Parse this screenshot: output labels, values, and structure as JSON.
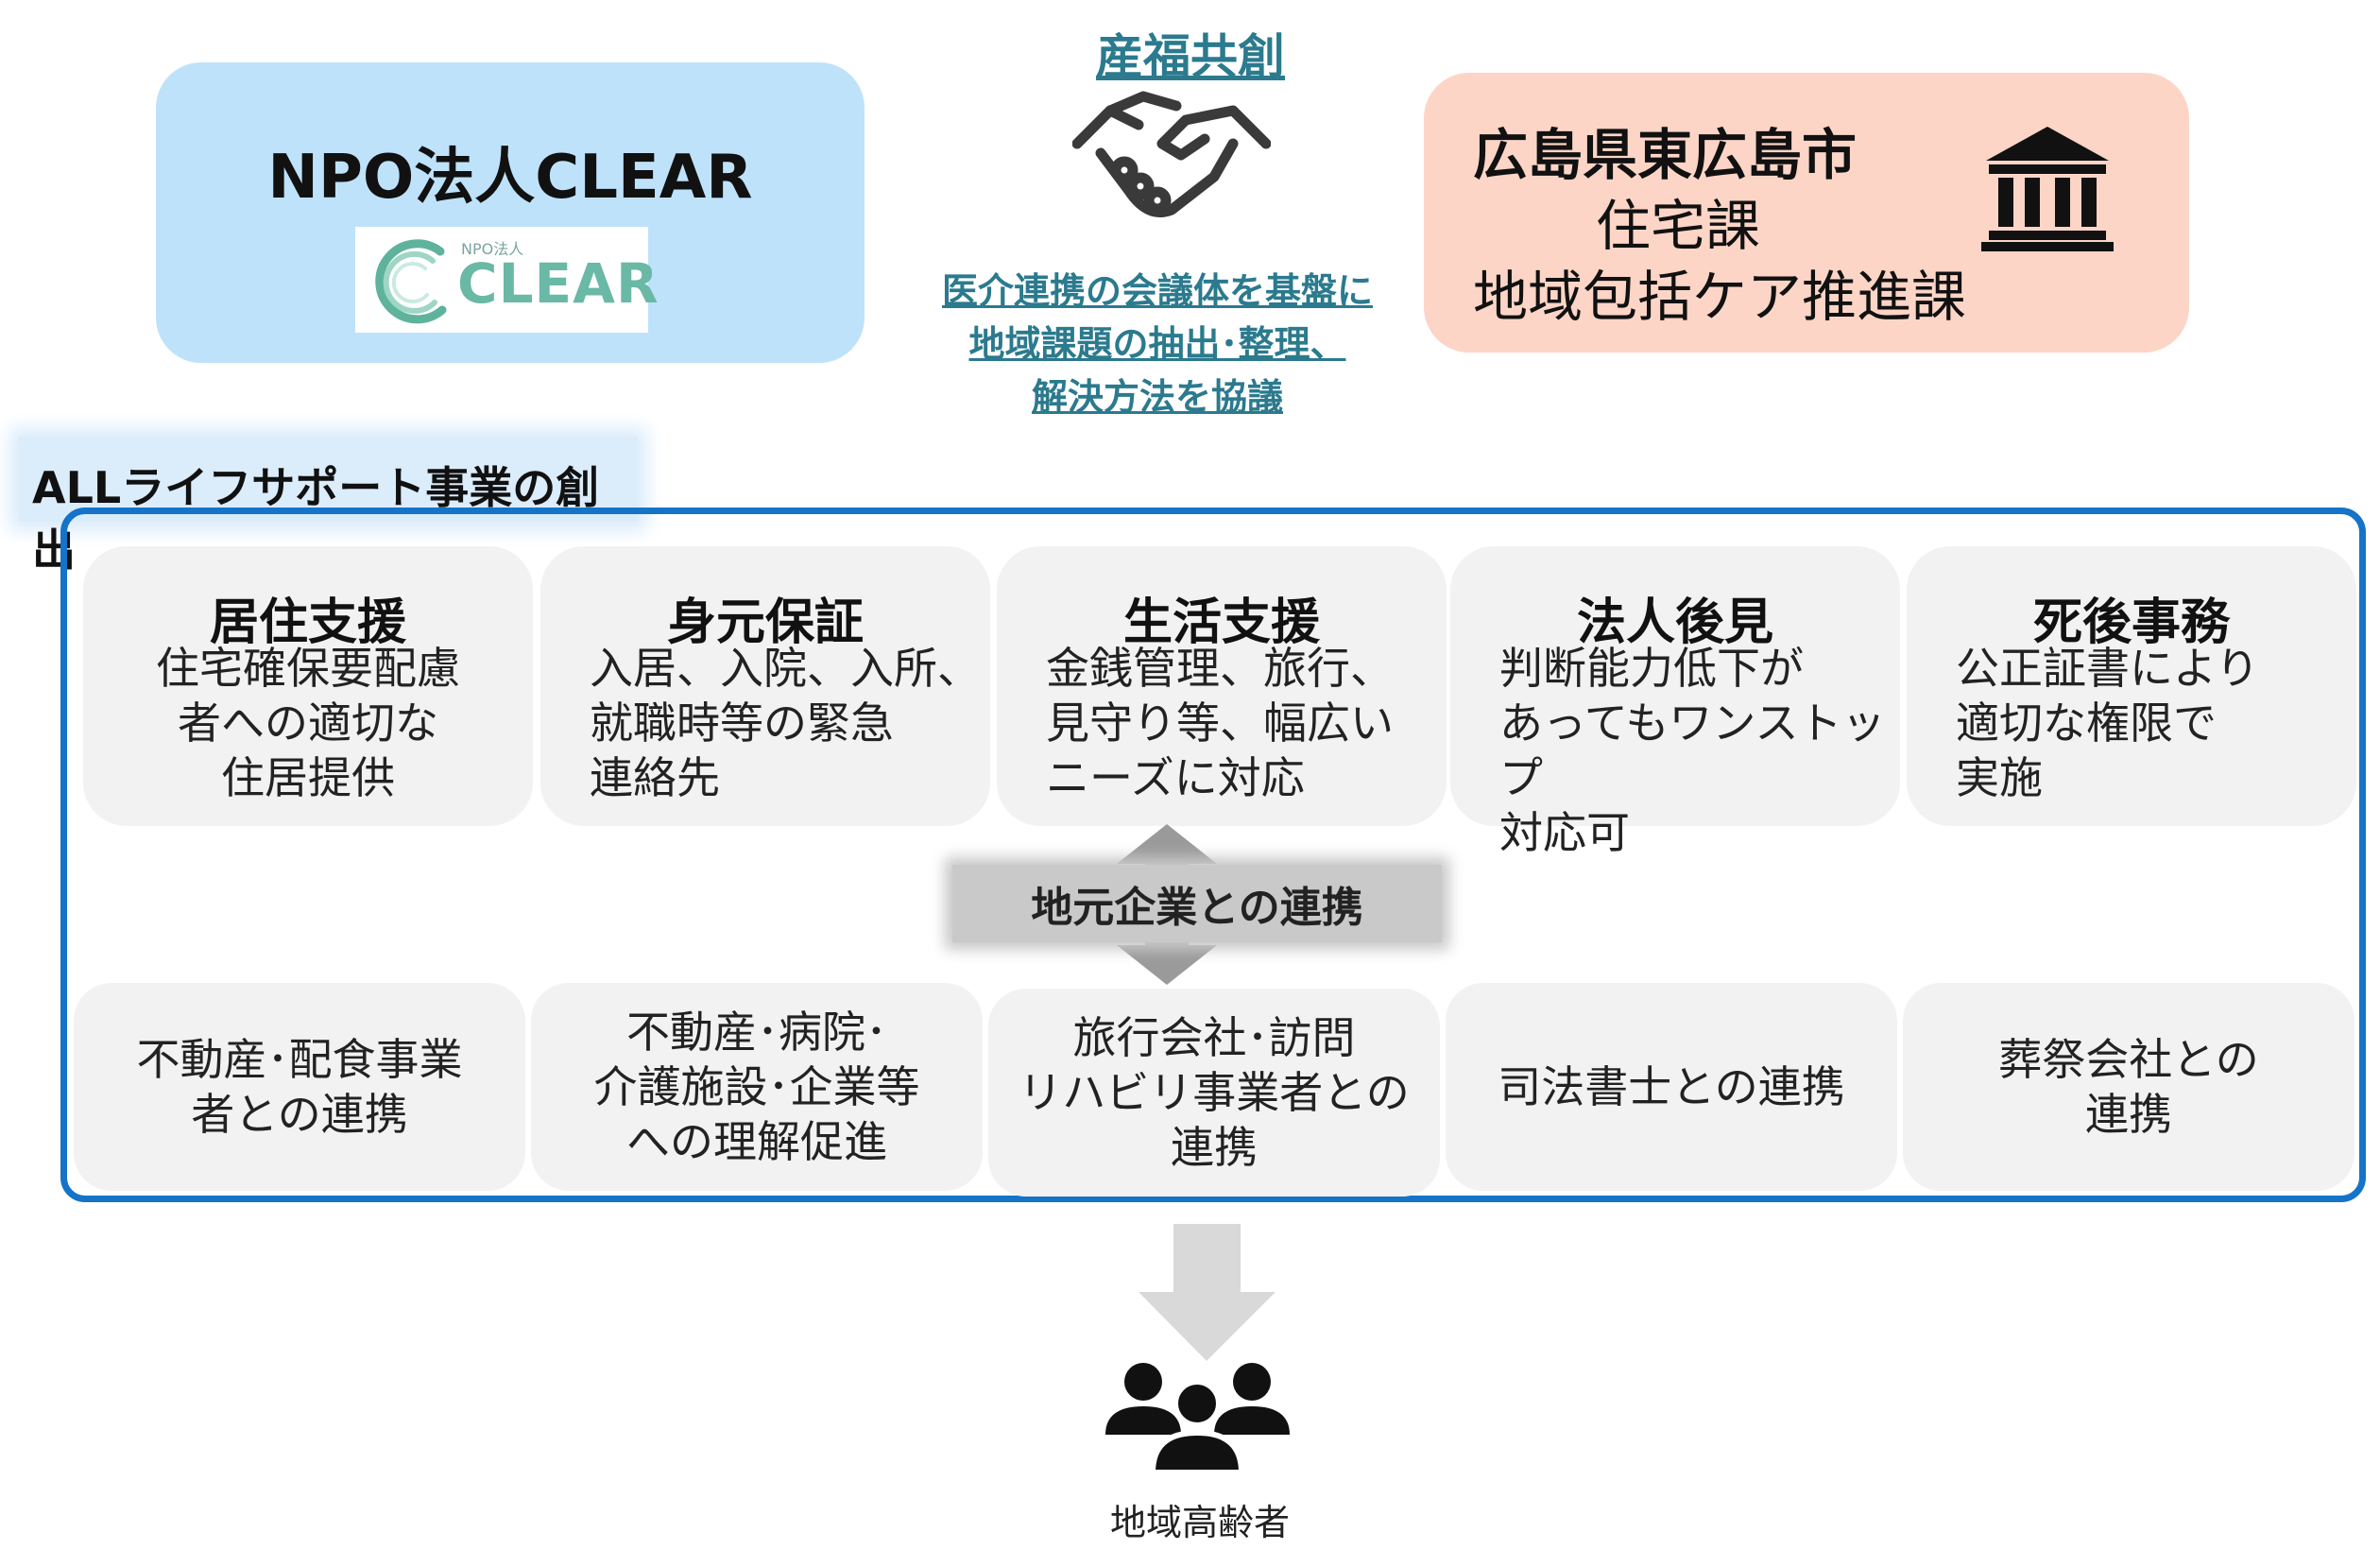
{
  "left_org": {
    "title": "NPO法人CLEAR",
    "logo_small": "NPO法人",
    "logo_text": "CLEAR"
  },
  "center": {
    "title": "産福共創",
    "description": [
      "医介連携の会議体を基盤に",
      "地域課題の抽出･整理、",
      "解決方法を協議"
    ],
    "icon": "handshake-icon"
  },
  "right_org": {
    "name": "広島県東広島市",
    "dept1": "住宅課",
    "dept2": "地域包括ケア推進課",
    "icon": "government-building-icon"
  },
  "section_label": "ALLライフサポート事業の創出",
  "services": [
    {
      "title": "居住支援",
      "body": "住宅確保要配慮\n者への適切な\n住居提供",
      "align": "center"
    },
    {
      "title": "身元保証",
      "body": "入居、入院、入所、\n就職時等の緊急\n連絡先",
      "align": "left"
    },
    {
      "title": "生活支援",
      "body": "金銭管理、旅行、\n見守り等、幅広い\nニーズに対応",
      "align": "left"
    },
    {
      "title": "法人後見",
      "body": "判断能力低下が\nあってもワンストップ\n対応可",
      "align": "left"
    },
    {
      "title": "死後事務",
      "body": "公正証書により\n適切な権限で\n実施",
      "align": "left"
    }
  ],
  "link_label": "地元企業との連携",
  "partners": [
    "不動産･配食事業\n者との連携",
    "不動産･病院･\n介護施設･企業等\nへの理解促進",
    "旅行会社･訪問\nリハビリ事業者との\n連携",
    "司法書士との連携",
    "葬祭会社との\n連携"
  ],
  "beneficiary": {
    "label": "地域高齢者",
    "icon": "people-group-icon"
  },
  "colors": {
    "left_box": "#bfe2fb",
    "right_box": "#fcd5c7",
    "frame": "#1573c8",
    "center_text": "#2b7a8e",
    "card": "#f2f2f2"
  }
}
